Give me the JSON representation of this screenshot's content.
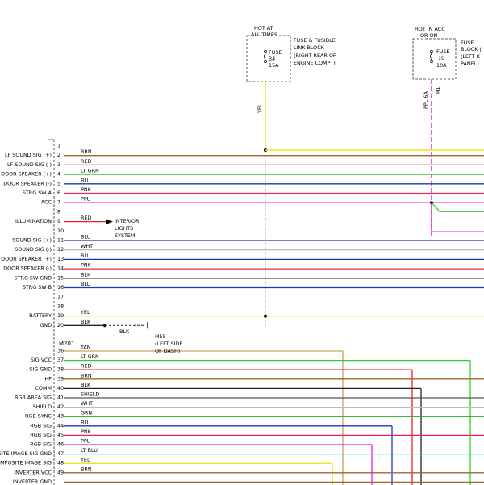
{
  "fuse_block_1": {
    "heading_line1": "HOT AT",
    "heading_line2": "ALL TIMES",
    "fuse_label": "FUSE",
    "fuse_number": "34",
    "fuse_rating": "15A",
    "desc_line1": "FUSE & FUSIBLE",
    "desc_line2": "LINK BLOCK",
    "desc_line3": "(RIGHT REAR OF",
    "desc_line4": "ENGINE COMPT)",
    "wire_color": "YEL"
  },
  "fuse_block_2": {
    "heading_line1": "HOT IN ACC",
    "heading_line2": "OR ON",
    "fuse_label": "FUSE",
    "fuse_number": "10",
    "fuse_rating": "10A",
    "desc_line1": "FUSE",
    "desc_line2": "BLOCK (",
    "desc_line3": "(LEFT K",
    "desc_line4": "PANEL)",
    "wire_color": "PPL 6A",
    "wire_id": "M1"
  },
  "connector_label": "M201",
  "pins": [
    {
      "n": "1",
      "label": "",
      "wire": "",
      "color": ""
    },
    {
      "n": "2",
      "label": "LF SOUND SIG (+)",
      "wire": "BRN",
      "color": "#a0652a"
    },
    {
      "n": "3",
      "label": "LF SOUND SIG (-)",
      "wire": "RED",
      "color": "#e8202a"
    },
    {
      "n": "4",
      "label": "DOOR SPEAKER (+)",
      "wire": "LT GRN",
      "color": "#33cc33"
    },
    {
      "n": "5",
      "label": "DOOR SPEAKER (-)",
      "wire": "BLU",
      "color": "#2233bb"
    },
    {
      "n": "6",
      "label": "STRG SW A",
      "wire": "PNK",
      "color": "#e8205a"
    },
    {
      "n": "7",
      "label": "ACC",
      "wire": "PPL",
      "color": "#e820d8"
    },
    {
      "n": "8",
      "label": "",
      "wire": "",
      "color": ""
    },
    {
      "n": "9",
      "label": "ILLUMINATION",
      "wire": "RED",
      "color": "#e8202a"
    },
    {
      "n": "10",
      "label": "",
      "wire": "",
      "color": ""
    },
    {
      "n": "11",
      "label": "SOUND SIG (+)",
      "wire": "BLU",
      "color": "#2233bb"
    },
    {
      "n": "12",
      "label": "SOUND SIG (-)",
      "wire": "WHT",
      "color": "#bbbbbb"
    },
    {
      "n": "13",
      "label": "DOOR SPEAKER (+)",
      "wire": "BLU",
      "color": "#2233bb"
    },
    {
      "n": "14",
      "label": "DOOR SPEAKER (-)",
      "wire": "PNK",
      "color": "#e8205a"
    },
    {
      "n": "15",
      "label": "STRG SW GND",
      "wire": "BLK",
      "color": "#222222"
    },
    {
      "n": "16",
      "label": "STRG SW B",
      "wire": "BLU",
      "color": "#2233bb"
    },
    {
      "n": "17",
      "label": "",
      "wire": "",
      "color": ""
    },
    {
      "n": "18",
      "label": "",
      "wire": "",
      "color": ""
    },
    {
      "n": "19",
      "label": "BATTERY",
      "wire": "YEL",
      "color": "#f0e020"
    },
    {
      "n": "20",
      "label": "GND",
      "wire": "BLK",
      "color": "#222222"
    }
  ],
  "pins_lower": [
    {
      "n": "36",
      "label": "",
      "wire": "TAN",
      "color": "#c8a060"
    },
    {
      "n": "37",
      "label": "SIG VCC",
      "wire": "LT GRN",
      "color": "#33cc33"
    },
    {
      "n": "38",
      "label": "SIG GND",
      "wire": "RED",
      "color": "#e8202a"
    },
    {
      "n": "39",
      "label": "HP",
      "wire": "BRN",
      "color": "#a0652a"
    },
    {
      "n": "40",
      "label": "COMM",
      "wire": "BLK",
      "color": "#222222"
    },
    {
      "n": "41",
      "label": "RGB AREA SIG",
      "wire": "SHIELD",
      "color": "#555555"
    },
    {
      "n": "42",
      "label": "SHIELD",
      "wire": "WHT",
      "color": "#bbbbbb"
    },
    {
      "n": "43",
      "label": "RGB SYNC",
      "wire": "GRN",
      "color": "#22aa22"
    },
    {
      "n": "44",
      "label": "RGB SIG",
      "wire": "BLU",
      "color": "#2233bb"
    },
    {
      "n": "45",
      "label": "RGB SIG",
      "wire": "PNK",
      "color": "#e8205a"
    },
    {
      "n": "46",
      "label": "RGB SIG",
      "wire": "PPL",
      "color": "#e820d8"
    },
    {
      "n": "47",
      "label": "COMPOSITE IMAGE SIG GND",
      "wire": "LT BLU",
      "color": "#22dddd"
    },
    {
      "n": "48",
      "label": "COMPOSITE IMAGE SIG",
      "wire": "YEL",
      "color": "#f0e020"
    },
    {
      "n": "49",
      "label": "INVERTER VCC",
      "wire": "BRN",
      "color": "#a0652a"
    },
    {
      "n": "",
      "label": "INVERTER GND",
      "wire": "",
      "color": "#a0652a"
    }
  ],
  "illumination_target": {
    "line1": "INTERIOR",
    "line2": "LIGHTS",
    "line3": "SYSTEM"
  },
  "ground": {
    "wire": "BLK",
    "id": "M55",
    "line1": "(LEFT SIDE",
    "line2": "OF DASH)"
  }
}
